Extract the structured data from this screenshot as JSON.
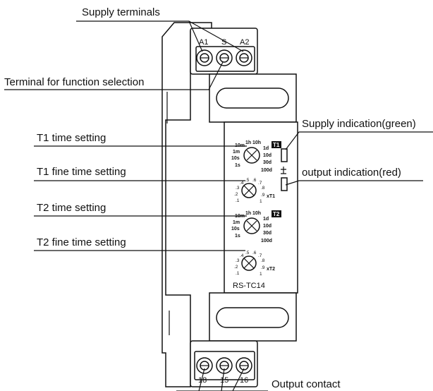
{
  "callouts": {
    "supply_terminals": "Supply terminals",
    "function_terminal": "Terminal for function selection",
    "t1_time": "T1 time setting",
    "t1_fine": "T1 fine time setting",
    "t2_time": "T2 time setting",
    "t2_fine": "T2 fine time setting",
    "supply_indication": "Supply indication(green)",
    "output_indication": "output indication(red)",
    "output_contact": "Output contact"
  },
  "terminals_top": [
    "A1",
    "S",
    "A2"
  ],
  "terminals_bottom": [
    "18",
    "15",
    "16"
  ],
  "model": "RS-TC14",
  "badges": {
    "t1": "T1",
    "t2": "T2"
  },
  "range_labels": {
    "10m": "10m",
    "1h": "1h",
    "10h": "10h",
    "1d": "1d",
    "1m": "1m",
    "10d": "10d",
    "10s": "10s",
    "30d": "30d",
    "1s": "1s",
    "100d": "100d"
  },
  "fine_labels": {
    "v5": ".5",
    "v6": ".6",
    "v4": ".4",
    "v7": ".7",
    "v3": ".3",
    "v8": ".8",
    "v2": ".2",
    "v9": ".9",
    "v1": ".1",
    "one": "1"
  },
  "multipliers": {
    "t1": "xT1",
    "t2": "xT2"
  }
}
